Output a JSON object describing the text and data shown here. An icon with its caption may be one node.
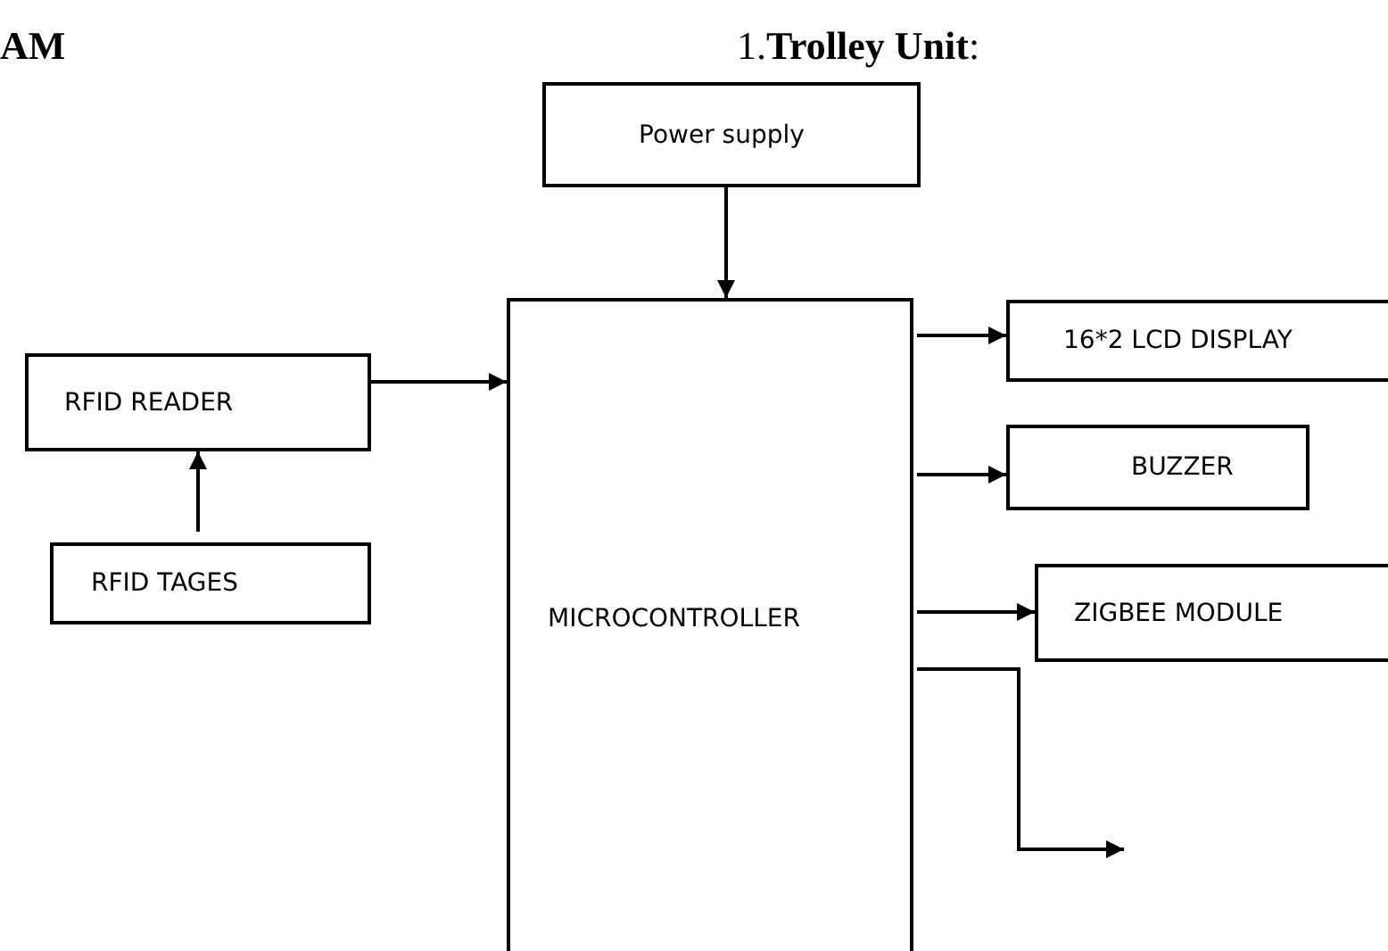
{
  "diagram": {
    "title": "1.**Trolley Unit**:",
    "nodes": [
      {
        "text": [
          "Power supply"
        ]
      },
      {
        "text": [
          "MICROCONTROLLER"
        ]
      },
      {
        "text": [
          "RFID READER"
        ]
      },
      {
        "text": [
          "RFID TAGES"
        ]
      },
      {
        "text": [
          "16*2 LCD DISPLAY"
        ]
      },
      {
        "text": [
          "BUZZER"
        ]
      },
      {
        "text": [
          "ZIGBEE MODULE"
        ]
      }
    ],
    "edges": [
      {
        "from": 0,
        "to": 1,
        "arrow": "to"
      },
      {
        "from": 2,
        "to": 1,
        "arrow": "to"
      },
      {
        "from": 3,
        "to": 2,
        "arrow": "to"
      },
      {
        "from": 1,
        "to": 4,
        "arrow": "to"
      },
      {
        "from": 1,
        "to": 5,
        "arrow": "to"
      },
      {
        "from": 1,
        "to": 6,
        "arrow": "to"
      },
      {
        "from": 1,
        "to": null,
        "arrow": "to"
      }
    ],
    "labels": [
      "AM"
    ]
  }
}
